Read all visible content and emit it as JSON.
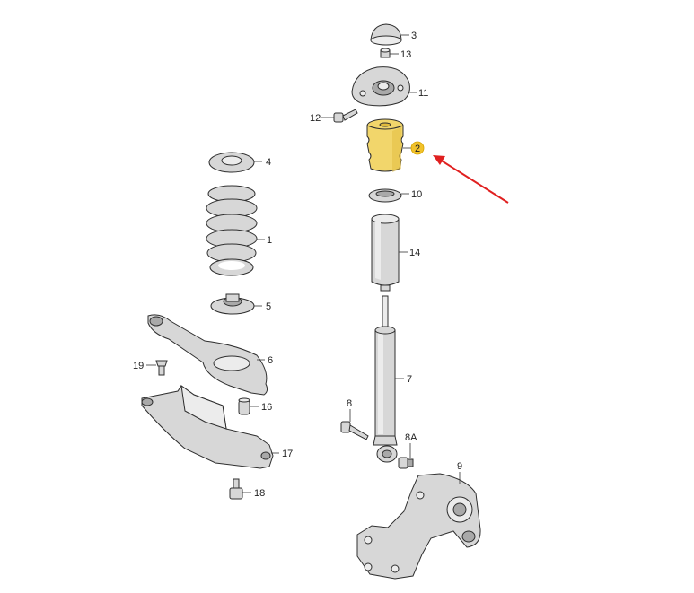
{
  "callouts": {
    "c1": "1",
    "c2": "2",
    "c3": "3",
    "c4": "4",
    "c5": "5",
    "c6": "6",
    "c7": "7",
    "c8": "8",
    "c8a": "8A",
    "c9": "9",
    "c10": "10",
    "c11": "11",
    "c12": "12",
    "c13": "13",
    "c14": "14",
    "c16": "16",
    "c17": "17",
    "c18": "18",
    "c19": "19"
  },
  "colors": {
    "highlight_badge": "#f2c22a",
    "highlight_part": "#f2d66b",
    "arrow": "#e02020",
    "metal": "#d7d7d7"
  }
}
